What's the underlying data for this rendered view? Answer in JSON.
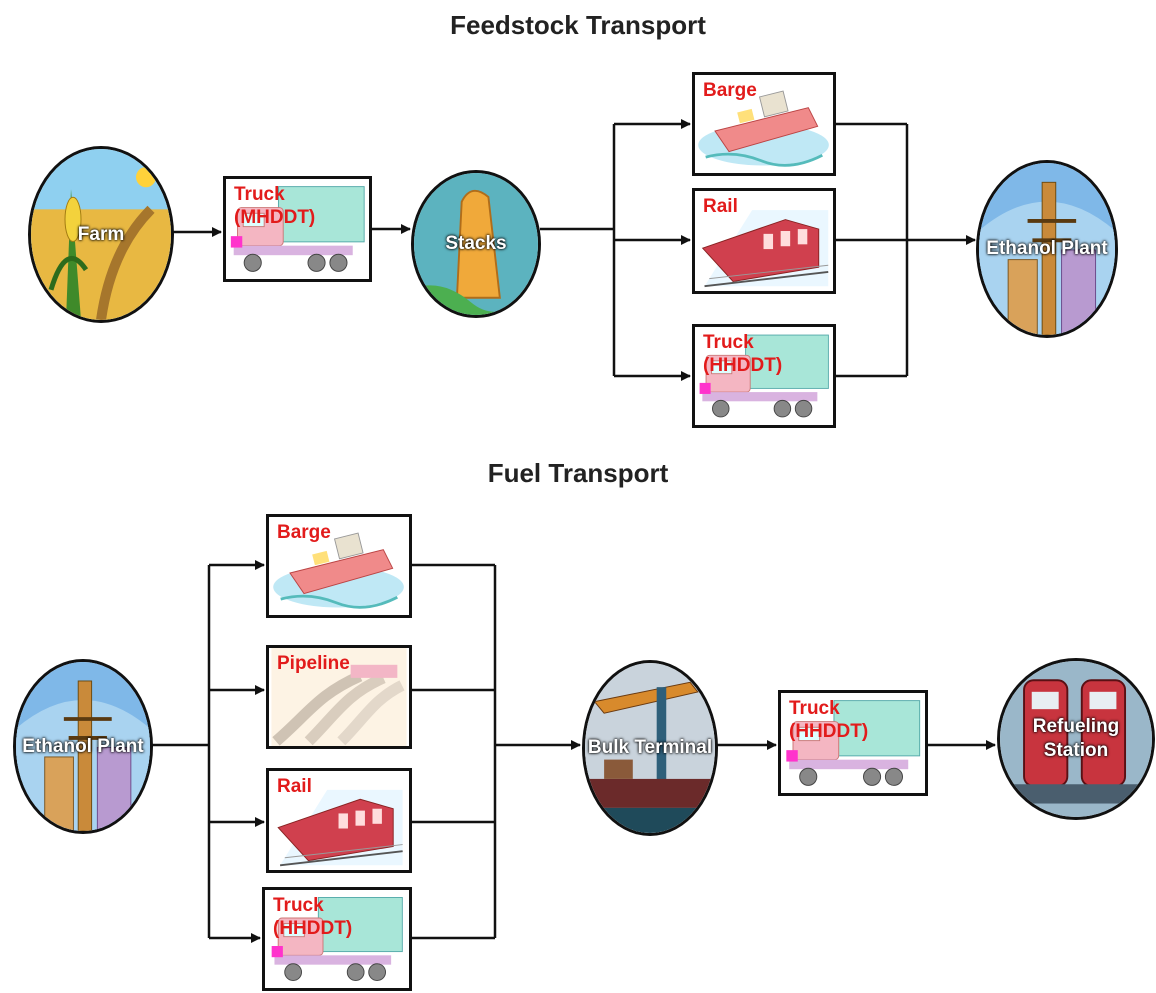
{
  "titles": {
    "feedstock": "Feedstock Transport",
    "fuel": "Fuel Transport"
  },
  "feedstock": {
    "farm": "Farm",
    "truck_mhddt": "Truck\n(MHDDT)",
    "stacks": "Stacks",
    "barge": "Barge",
    "rail": "Rail",
    "truck_hhddt": "Truck\n(HHDDT)",
    "ethanol_plant": "Ethanol\nPlant"
  },
  "fuel": {
    "ethanol_plant": "Ethanol\nPlant",
    "barge": "Barge",
    "pipeline": "Pipeline",
    "rail": "Rail",
    "truck_hhddt_mode": "Truck\n(HHDDT)",
    "bulk_terminal": "Bulk\nTerminal",
    "truck_hhddt": "Truck\n(HHDDT)",
    "refueling_station": "Refueling\nStation"
  },
  "icons": {
    "farm": "corn-field-icon",
    "stacks": "hay-stack-icon",
    "ethanol_plant": "refinery-icon",
    "bulk_terminal": "port-crane-icon",
    "refueling_station": "fuel-pump-icon",
    "truck": "truck-icon",
    "barge": "barge-ship-icon",
    "rail": "train-icon",
    "pipeline": "pipeline-icon"
  },
  "colors": {
    "mode_label": "#e21b1b",
    "node_label": "#ffffff",
    "connector": "#111111"
  }
}
